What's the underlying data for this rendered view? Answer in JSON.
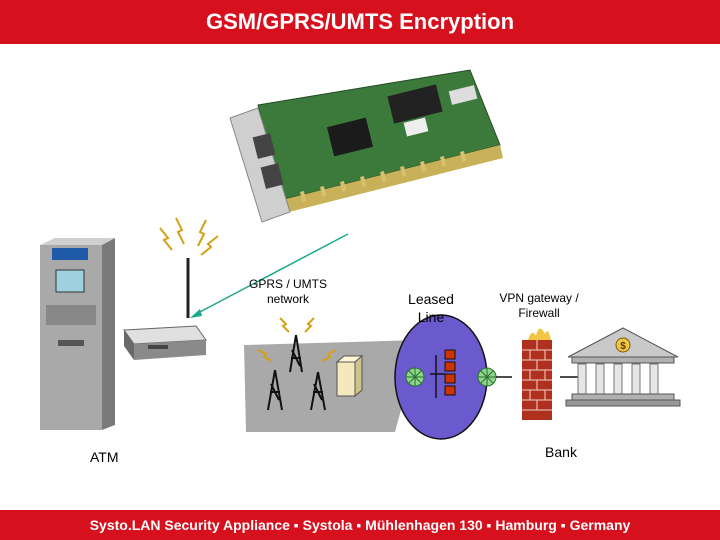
{
  "title": "GSM/GPRS/UMTS Encryption",
  "labels": {
    "network": [
      "GPRS / UMTS",
      "network"
    ],
    "leased": [
      "Leased",
      "Line"
    ],
    "vpn": [
      "VPN gateway /",
      "Firewall"
    ],
    "atm": "ATM",
    "bank": "Bank"
  },
  "footer": "Systo.LAN Security Appliance ▪ Systola ▪ Mühlenhagen 130 ▪ Hamburg ▪ Germany",
  "colors": {
    "brand": "#d7101e",
    "network_area": "#a9a9a9",
    "leased_ellipse": "#6a5acd",
    "router": "#cc3300",
    "firewall": "#b03020",
    "signal": "#d4a017",
    "link": "#1aa88a",
    "pcb": "#3b7a3a"
  },
  "icons": [
    "pci-card",
    "atm-machine",
    "antenna",
    "modem",
    "radio-tower",
    "server",
    "router",
    "globe-icon",
    "firewall",
    "bank-building"
  ]
}
